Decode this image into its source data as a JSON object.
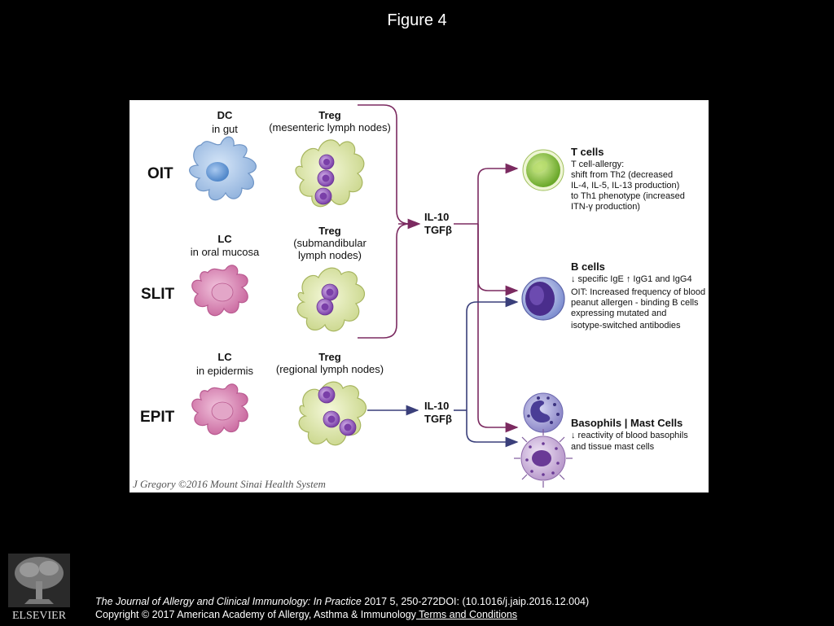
{
  "slide": {
    "title": "Figure 4"
  },
  "figure": {
    "routes": {
      "oit": "OIT",
      "slit": "SLIT",
      "epit": "EPIT"
    },
    "apc": {
      "dc_gut": {
        "name": "DC",
        "site": "in gut"
      },
      "lc_oral": {
        "name": "LC",
        "site": "in oral mucosa"
      },
      "lc_epidermis": {
        "name": "LC",
        "site": "in epidermis"
      }
    },
    "treg": {
      "mesenteric": {
        "name": "Treg",
        "site": "(mesenteric lymph nodes)"
      },
      "submandibular": {
        "name": "Treg",
        "site_line1": "(submandibular",
        "site_line2": "lymph nodes)"
      },
      "regional": {
        "name": "Treg",
        "site": "(regional lymph nodes)"
      }
    },
    "cytokines_upper": {
      "line1": "IL-10",
      "line2": "TGFβ"
    },
    "cytokines_lower": {
      "line1": "IL-10",
      "line2": "TGFβ"
    },
    "t_cells": {
      "title": "T cells",
      "lines": [
        "T cell-allergy:",
        "shift from Th2 (decreased",
        "IL-4, IL-5, IL-13 production)",
        "to Th1 phenotype (increased",
        "ITN-γ production)"
      ]
    },
    "b_cells": {
      "title": "B cells",
      "lines": [
        "↓ specific IgE    ↑ IgG1 and IgG4",
        "OIT: Increased frequency of blood",
        "peanut allergen - binding B cells",
        "expressing mutated and",
        "isotype-switched antibodies"
      ]
    },
    "basophils": {
      "title": "Basophils  |  Mast Cells",
      "lines": [
        "↓ reactivity of blood basophils",
        "and tissue mast cells"
      ]
    },
    "credit": "J Gregory ©2016 Mount Sinai Health System",
    "colors": {
      "arrow_purple": "#7b2a60",
      "arrow_navy": "#3a3f7a",
      "dc_blue": "#a9c6e8",
      "lc_pink": "#d98bb5",
      "treg_green": "#e3ecb0",
      "treg_nucleus": "#9a66bf",
      "tcell_green": "#8cc63f",
      "bcell_purple": "#5b3a9a"
    }
  },
  "footer": {
    "journal": "The Journal of Allergy and Clinical Immunology: In Practice",
    "citation": " 2017 5, 250-272DOI: (10.1016/j.jaip.2016.12.004)",
    "copyright": "Copyright © 2017 American Academy of Allergy, Asthma & Immunology",
    "terms_link": " Terms and Conditions",
    "publisher": "ELSEVIER"
  }
}
